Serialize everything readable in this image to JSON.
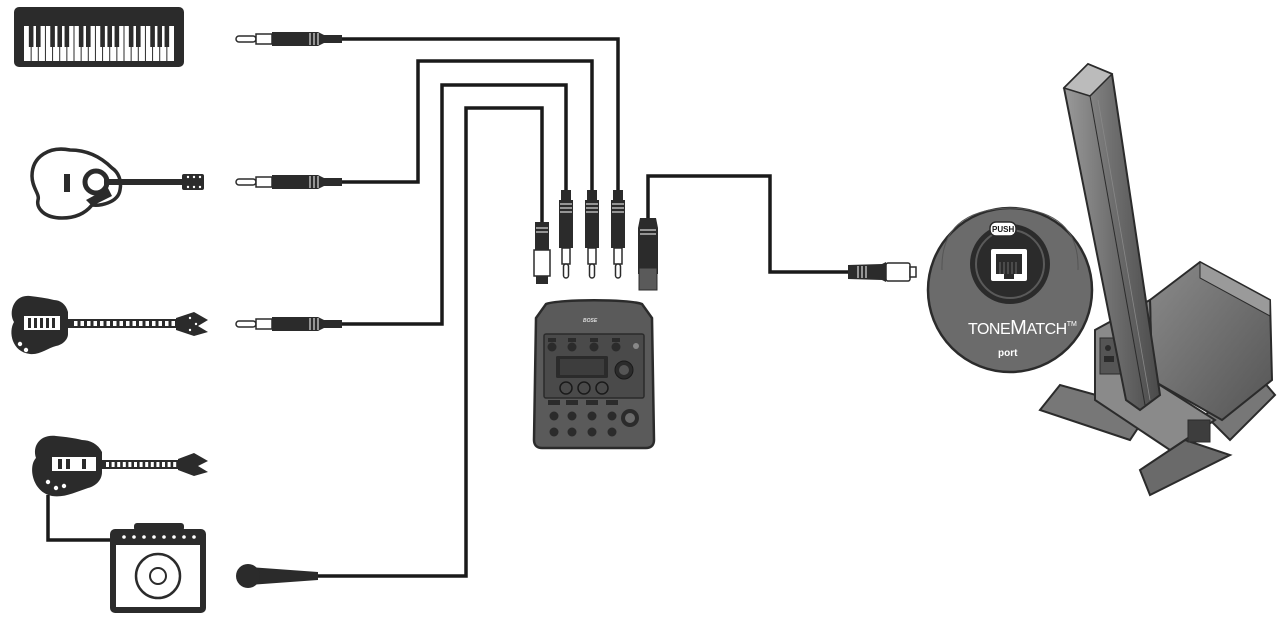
{
  "tonematch_panel": {
    "push_label": "PUSH",
    "brand_tone": "TONE",
    "brand_m": "M",
    "brand_atch": "ATCH",
    "brand_tm": "TM",
    "port_label": "port"
  },
  "mixer": {
    "brand_label": "BOSE"
  },
  "colors": {
    "cable": "#1a1a1a",
    "device_body": "#5a5a5a",
    "device_dark": "#2b2b2b",
    "panel_gray": "#6b6b6b",
    "speaker_gray": "#7a7a7a"
  }
}
